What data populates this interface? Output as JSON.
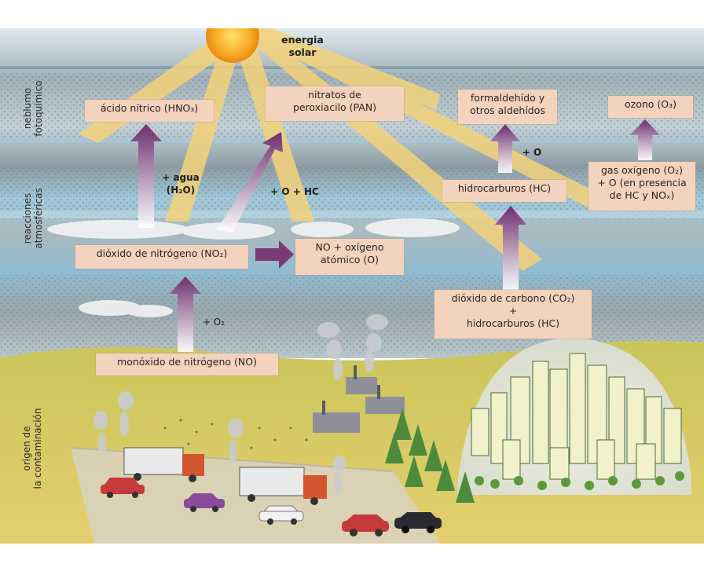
{
  "title_sun": "energia solar",
  "side_labels": {
    "neblumo": [
      "neblumo",
      "fotoquímico"
    ],
    "reacciones": [
      "reacciones",
      "atmosféricas"
    ],
    "origen": [
      "origen de",
      "la contaminación"
    ]
  },
  "boxes": {
    "acido_nitrico": [
      "ácido nítrico (HNO₃)"
    ],
    "nitratos": [
      "nitratos de",
      "peroxiacilo (PAN)"
    ],
    "formaldehido": [
      "formaldehído y",
      "otros aldehídos"
    ],
    "ozono": [
      "ozono (O₃)"
    ],
    "hidrocarburos": [
      "hidrocarburos (HC)"
    ],
    "gas_oxigeno": [
      "gas oxígeno (O₂)",
      "+ O (en presencia",
      "de HC y NOₓ)"
    ],
    "dioxido_nitrogeno": [
      "dióxido de nitrógeno (NO₂)"
    ],
    "no_oxigeno": [
      "NO + oxígeno",
      "atómico (O)"
    ],
    "dioxido_carbono": [
      "dióxido de carbono (CO₂)",
      "+",
      "hidrocarburos (HC)"
    ],
    "monoxido": [
      "monóxido de nitrógeno (NO)"
    ]
  },
  "reaction_labels": {
    "agua": [
      "+ agua",
      "(H₂O)"
    ],
    "o_hc": "+ O + HC",
    "o_formal": "+ O",
    "o2": "+ O₂"
  },
  "colors": {
    "sky_top": "#d7e5ea",
    "smog_band": "#8a98a0",
    "atm_blue": "#8fbfd6",
    "ground": "#cbc85a",
    "box_fill": "#f3d3bd",
    "arrow_purple": "#7a3a78",
    "sun": "#f6a623",
    "ray": "#f4d27a"
  }
}
